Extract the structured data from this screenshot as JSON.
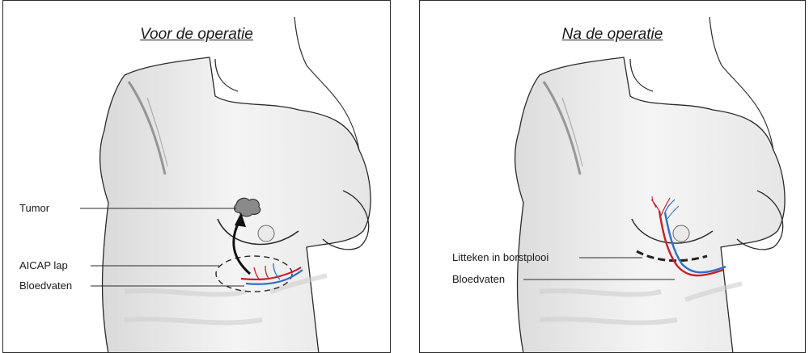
{
  "panels": {
    "before": {
      "title": "Voor de operatie",
      "labels": {
        "tumor": "Tumor",
        "flap": "AICAP lap",
        "vessels": "Bloedvaten"
      }
    },
    "after": {
      "title": "Na de operatie",
      "labels": {
        "scar": "Litteken in borstplooi",
        "vessels": "Bloedvaten"
      }
    }
  },
  "colors": {
    "artery": "#c8202a",
    "vein": "#2f6fc9",
    "outline": "#2a2a2a",
    "tumor": "#8a8a8a"
  }
}
